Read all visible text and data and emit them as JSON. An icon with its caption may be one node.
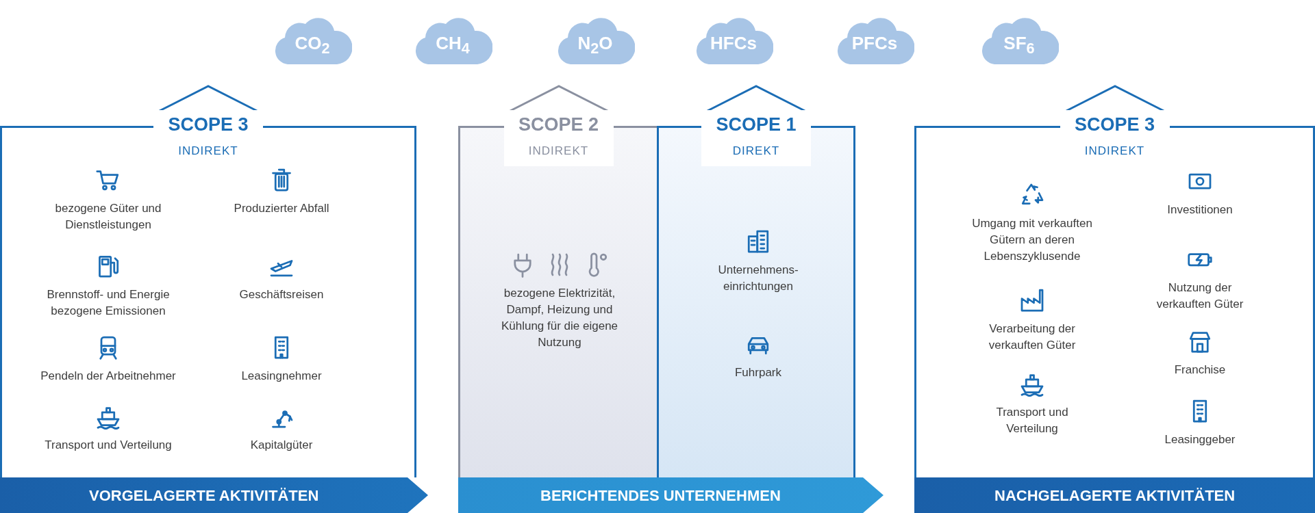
{
  "diagram": {
    "nodes": [
      {
        "text": [
          "CO$_{2}$"
        ]
      },
      {
        "text": [
          "CH$_{4}$"
        ]
      },
      {
        "text": [
          "N$_{2}$O"
        ]
      },
      {
        "text": [
          "HFCs"
        ]
      },
      {
        "text": [
          "PFCs"
        ]
      },
      {
        "text": [
          "SF$_{6}$"
        ]
      },
      {
        "text": [
          "SCOPE 3",
          "INDIREKT"
        ]
      },
      {
        "text": [
          "bezogene Güter und Dienstleistungen"
        ],
        "in": 6
      },
      {
        "text": [
          "Produzierter Abfall"
        ],
        "in": 6
      },
      {
        "text": [
          "Brennstoff- und Energie bezogene Emissionen"
        ],
        "in": 6
      },
      {
        "text": [
          "Geschäftsreisen"
        ],
        "in": 6
      },
      {
        "text": [
          "Pendeln der Arbeitnehmer"
        ],
        "in": 6
      },
      {
        "text": [
          "Leasingnehmer"
        ],
        "in": 6
      },
      {
        "text": [
          "Transport und Verteilung"
        ],
        "in": 6
      },
      {
        "text": [
          "Kapitalgüter"
        ],
        "in": 6
      },
      {
        "text": [
          "SCOPE 2",
          "INDIREKT"
        ]
      },
      {
        "text": [
          "bezogene Elektrizität, Dampf, Heizung und Kühlung für die eigene Nutzung"
        ],
        "in": 15
      },
      {
        "text": [
          "SCOPE 1",
          "DIREKT"
        ]
      },
      {
        "text": [
          "Unternehmens- einrichtungen"
        ],
        "in": 17
      },
      {
        "text": [
          "Fuhrpark"
        ],
        "in": 17
      },
      {
        "text": [
          "SCOPE 3",
          "INDIREKT"
        ]
      },
      {
        "text": [
          "Umgang mit verkauften Gütern an deren Lebenszyklusende"
        ],
        "in": 20
      },
      {
        "text": [
          "Investitionen"
        ],
        "in": 20
      },
      {
        "text": [
          "Nutzung der verkauften Güter"
        ],
        "in": 20
      },
      {
        "text": [
          "Verarbeitung der verkauften Güter"
        ],
        "in": 20
      },
      {
        "text": [
          "Franchise"
        ],
        "in": 20
      },
      {
        "text": [
          "Transport und Verteilung"
        ],
        "in": 20
      },
      {
        "text": [
          "Leasinggeber"
        ],
        "in": 20
      },
      {
        "text": [
          "VORGELAGERTE AKTIVITÄTEN"
        ]
      },
      {
        "text": [
          "BERICHTENDES UNTERNEHMEN"
        ]
      },
      {
        "text": [
          "NACHGELAGERTE AKTIVITÄTEN"
        ]
      }
    ],
    "edges": []
  }
}
